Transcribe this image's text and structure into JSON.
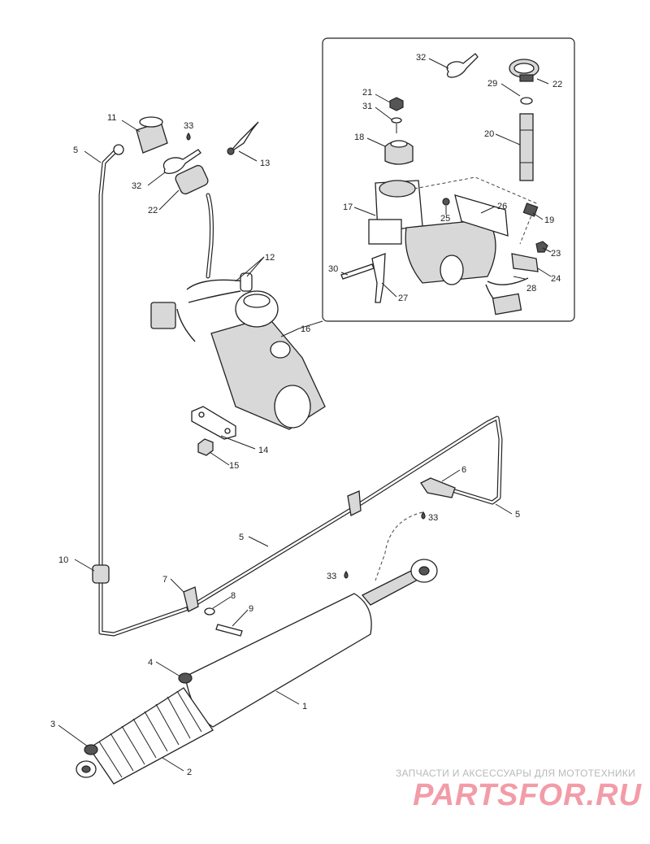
{
  "callouts": {
    "c1": "1",
    "c2": "2",
    "c3": "3",
    "c4": "4",
    "c5a": "5",
    "c5b": "5",
    "c5c": "5",
    "c6": "6",
    "c7": "7",
    "c8": "8",
    "c9": "9",
    "c10": "10",
    "c11": "11",
    "c12": "12",
    "c13": "13",
    "c14": "14",
    "c15": "15",
    "c16": "16",
    "c17": "17",
    "c18": "18",
    "c19": "19",
    "c20": "20",
    "c21": "21",
    "c22a": "22",
    "c22b": "22",
    "c23": "23",
    "c24": "24",
    "c25": "25",
    "c26": "26",
    "c27": "27",
    "c28": "28",
    "c29": "29",
    "c30": "30",
    "c31": "31",
    "c32a": "32",
    "c32b": "32",
    "c33a": "33",
    "c33b": "33",
    "c33c": "33"
  },
  "watermark": {
    "subtitle": "ЗАПЧАСТИ И АКСЕССУАРЫ ДЛЯ МОТОТЕХНИКИ",
    "brand": "PARTSFOR.RU"
  },
  "colors": {
    "line": "#222222",
    "watermark_brand": "#f08b9a",
    "watermark_text": "#b9b9b9"
  }
}
